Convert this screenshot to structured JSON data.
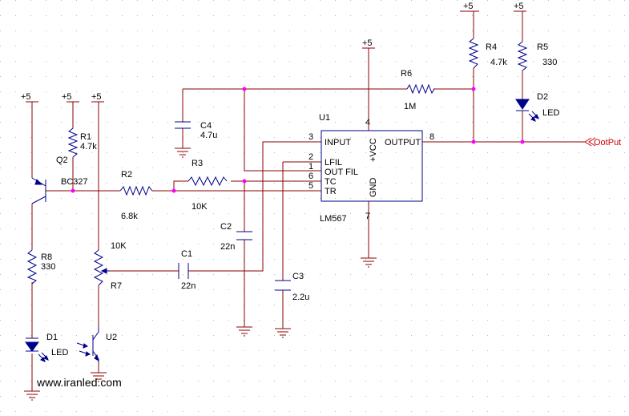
{
  "watermark": "www.iranled.com",
  "colors": {
    "wire": "#8b0000",
    "component": "#00008b",
    "junction": "#ff00ff",
    "port": "#cc0000",
    "grid": "#b8b8b8"
  },
  "supplies": {
    "vcc": "+5"
  },
  "ic": {
    "ref": "U1",
    "part": "LM567",
    "pins": {
      "input": "INPUT",
      "lfil": "LFIL",
      "outfil": "OUT FIL",
      "tc": "TC",
      "tr": "TR",
      "output": "OUTPUT",
      "vcc": "+VCC",
      "gnd": "GND"
    },
    "pin_numbers": {
      "input": "3",
      "lfil": "2",
      "outfil": "1",
      "tc": "6",
      "tr": "5",
      "output": "8",
      "vcc": "4",
      "gnd": "7"
    }
  },
  "components": {
    "R1": {
      "ref": "R1",
      "value": "4.7k"
    },
    "R2": {
      "ref": "R2",
      "value": "6.8k"
    },
    "R3": {
      "ref": "R3",
      "value": "10K"
    },
    "R4": {
      "ref": "R4",
      "value": "4.7k"
    },
    "R5": {
      "ref": "R5",
      "value": "330"
    },
    "R6": {
      "ref": "R6",
      "value": "1M"
    },
    "R7": {
      "ref": "R7",
      "value": "10K"
    },
    "R8": {
      "ref": "R8",
      "value": "330"
    },
    "C1": {
      "ref": "C1",
      "value": "22n"
    },
    "C2": {
      "ref": "C2",
      "value": "22n"
    },
    "C3": {
      "ref": "C3",
      "value": "2.2u"
    },
    "C4": {
      "ref": "C4",
      "value": "4.7u"
    },
    "Q2": {
      "ref": "Q2",
      "value": "BC327"
    },
    "D1": {
      "ref": "D1",
      "value": "LED"
    },
    "D2": {
      "ref": "D2",
      "value": "LED"
    },
    "U2": {
      "ref": "U2"
    }
  },
  "port": {
    "label": "OotPut"
  }
}
